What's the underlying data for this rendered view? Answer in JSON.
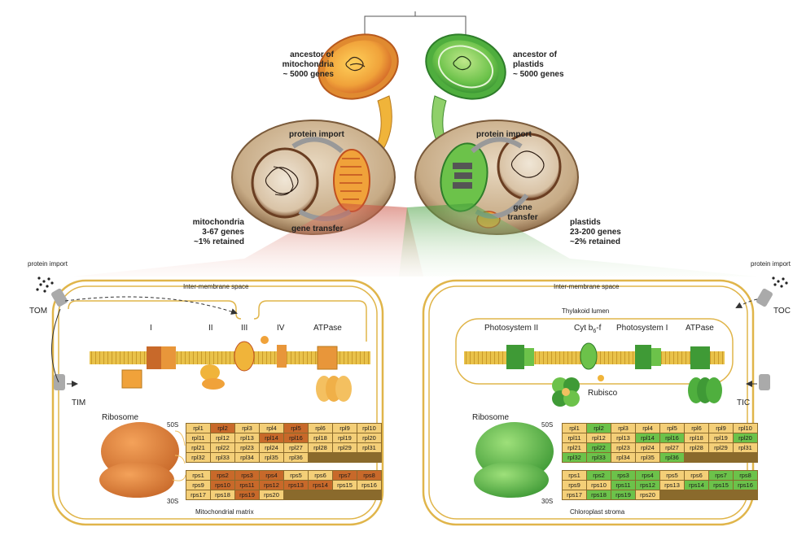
{
  "top": {
    "mito_ancestor": [
      "ancestor of",
      "mitochondria",
      "~ 5000 genes"
    ],
    "plastid_ancestor": [
      "ancestor of",
      "plastids",
      "~ 5000 genes"
    ],
    "protein_import": "protein import",
    "gene_transfer": "gene transfer",
    "mito_summary": [
      "mitochondria",
      "3-67 genes",
      "~1% retained"
    ],
    "plastid_summary": [
      "plastids",
      "23-200 genes",
      "~2% retained"
    ]
  },
  "mito": {
    "protein_import": "protein import",
    "tom": "TOM",
    "tim": "TIM",
    "intermembrane": "Inter-membrane space",
    "complexes": [
      "I",
      "II",
      "III",
      "IV",
      "ATPase"
    ],
    "ribosome": "Ribosome",
    "s50": "50S",
    "s30": "30S",
    "matrix": "Mitochondrial matrix",
    "grid50": [
      "rpl1",
      "rpl2",
      "rpl3",
      "rpl4",
      "rpl5",
      "rpl6",
      "rpl9",
      "rpl10",
      "rpl11",
      "rpl12",
      "rpl13",
      "rpl14",
      "rpl16",
      "rpl18",
      "rpl19",
      "rpl20",
      "rpl21",
      "rpl22",
      "rpl23",
      "rpl24",
      "rpl27",
      "rpl28",
      "rpl29",
      "rpl31",
      "rpl32",
      "rpl33",
      "rpl34",
      "rpl35",
      "rpl36"
    ],
    "grid30": [
      "rps1",
      "rps2",
      "rps3",
      "rps4",
      "rps5",
      "rps6",
      "rps7",
      "rps8",
      "rps9",
      "rps10",
      "rps11",
      "rps12",
      "rps13",
      "rps14",
      "rps15",
      "rps16",
      "rps17",
      "rps18",
      "rps19",
      "rps20"
    ]
  },
  "plastid": {
    "protein_import": "protein import",
    "toc": "TOC",
    "tic": "TIC",
    "intermembrane": "Inter-membrane space",
    "lumen": "Thylakoid lumen",
    "complexes": [
      "Photosystem II",
      "Cyt b",
      "6",
      "-f",
      "Photosystem I",
      "ATPase"
    ],
    "rubisco": "Rubisco",
    "ribosome": "Ribosome",
    "s50": "50S",
    "s30": "30S",
    "stroma": "Chloroplast stroma",
    "grid50": [
      "rpl1",
      "rpl2",
      "rpl3",
      "rpl4",
      "rpl5",
      "rpl6",
      "rpl9",
      "rpl10",
      "rpl11",
      "rpl12",
      "rpl13",
      "rpl14",
      "rpl16",
      "rpl18",
      "rpl19",
      "rpl20",
      "rpl21",
      "rpl22",
      "rpl23",
      "rpl24",
      "rpl27",
      "rpl28",
      "rpl29",
      "rpl31",
      "rpl32",
      "rpl33",
      "rpl34",
      "rpl35",
      "rpl36"
    ],
    "grid30": [
      "rps1",
      "rps2",
      "rps3",
      "rps4",
      "rps5",
      "rps6",
      "rps7",
      "rps8",
      "rps9",
      "rps10",
      "rps11",
      "rps12",
      "rps13",
      "rps14",
      "rps15",
      "rps16",
      "rps17",
      "rps18",
      "rps19",
      "rps20"
    ]
  },
  "colors": {
    "mito_dark": "#c8692a",
    "mito_mid": "#e8963a",
    "mito_light": "#f4cf78",
    "plastid_dark": "#3f9a36",
    "plastid_mid": "#6cc24a",
    "membrane_yellow": "#e9c24a",
    "cell_brown": "#b99a74",
    "line_gold": "#e0b54a"
  }
}
